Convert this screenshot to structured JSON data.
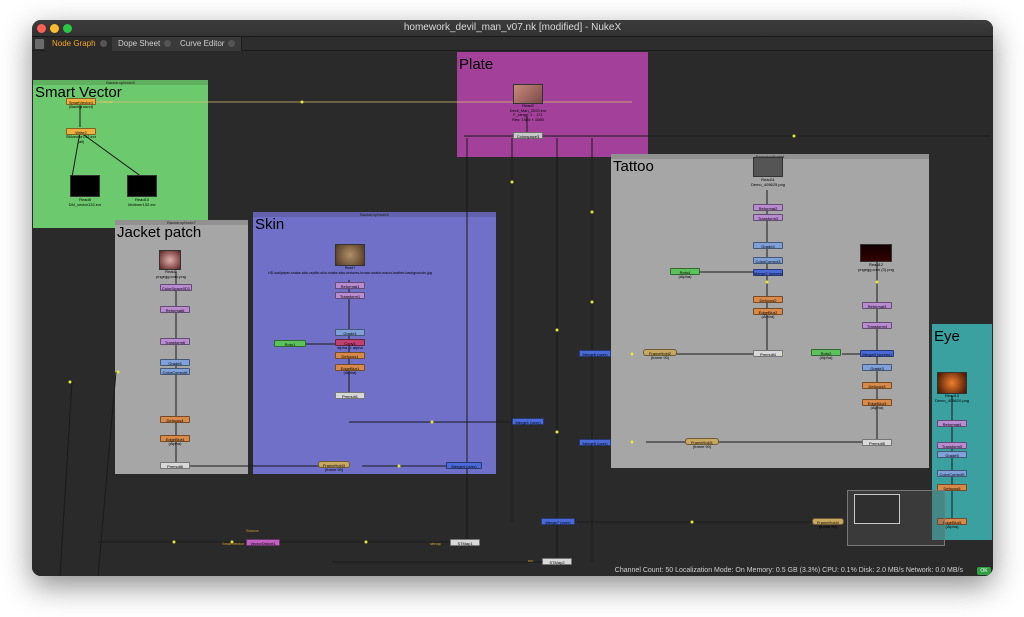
{
  "window": {
    "title": "homework_devil_man_v07.nk [modified] - NukeX"
  },
  "tabs": [
    {
      "label": "Node Graph"
    },
    {
      "label": "Dope Sheet"
    },
    {
      "label": "Curve Editor"
    }
  ],
  "backdrops": {
    "smart_vector": {
      "head": "BackdropNode5",
      "label": "Smart Vector"
    },
    "plate": {
      "head": "",
      "label": "Plate"
    },
    "tattoo": {
      "head": "BackdropNode4",
      "label": "Tattoo"
    },
    "jacket": {
      "head": "BackdropNode7",
      "label": "Jacket patch"
    },
    "skin": {
      "head": "BackdropNode6",
      "label": "Skin"
    },
    "eye": {
      "head": "",
      "label": "Eye"
    }
  },
  "nodes": {
    "smart_vector1": {
      "label": "SmartVector1",
      "sub": "(Background)"
    },
    "source_tag": "Source",
    "write2": {
      "label": "Write2",
      "sub": "SMvector132.exr\n(all)"
    },
    "read8": {
      "label": "Read8",
      "sub": "DM_vector132.exr"
    },
    "read10": {
      "label": "Read10",
      "sub": "Motinmr132.exr"
    },
    "read_plate": {
      "label": "Read2",
      "sub": "Devil_Man_2020.exr\nF_range: 1 - 171\nRes: 1920 × 1080"
    },
    "colorspace": {
      "label": "Colorspace3"
    },
    "read11": {
      "label": "Read11",
      "sub": "Demo_405625.png"
    },
    "reformat2": {
      "label": "Reformat2"
    },
    "transform3": {
      "label": "Transform3"
    },
    "grade4": {
      "label": "Grade4"
    },
    "colorcorrect3": {
      "label": "ColorCorrect3"
    },
    "merge_tat": {
      "label": "Merge2 (screen)"
    },
    "defocus2": {
      "label": "Defocus2"
    },
    "edgeblur2": {
      "label": "EdgeBlur2",
      "sub": "(Alpha)"
    },
    "premult4": {
      "label": "Premult4"
    },
    "roto4": {
      "label": "Roto4",
      "sub": "(Alpha)"
    },
    "framehold2": {
      "label": "FrameHold2",
      "sub": "(frame 90)"
    },
    "merge_left": {
      "label": "Merge6 (over)"
    },
    "read12": {
      "label": "Read12",
      "sub": "pngegg.com (3).png"
    },
    "reformat3": {
      "label": "Reformat3"
    },
    "transform4": {
      "label": "Transform4"
    },
    "roto2": {
      "label": "Roto2",
      "sub": "(Alpha)"
    },
    "merge_tat2": {
      "label": "Merge3 (screen)"
    },
    "grade3": {
      "label": "Grade3"
    },
    "defocus3": {
      "label": "Defocus3"
    },
    "edgeblur3": {
      "label": "EdgeBlur3",
      "sub": "(Alpha)"
    },
    "premult5": {
      "label": "Premult5"
    },
    "framehold1": {
      "label": "FrameHold1",
      "sub": "(frame 90)"
    },
    "merge_left2": {
      "label": "Merge5 (over)"
    },
    "read5": {
      "label": "Read5",
      "sub": "pngegg.com.png"
    },
    "colorspace2": {
      "label": "ColorSpace0D1"
    },
    "reformat6": {
      "label": "Reformat6"
    },
    "transform6": {
      "label": "Transform6"
    },
    "grade6": {
      "label": "Grade6"
    },
    "colorcorrect6": {
      "label": "ColorCorrect6"
    },
    "defocus4": {
      "label": "Defocus4"
    },
    "edgeblur4": {
      "label": "EdgeBlur4",
      "sub": "(Alpha)"
    },
    "premult6": {
      "label": "Premult6"
    },
    "read7": {
      "label": "Read7",
      "sub": "HD-wallpaper-snake-skin-reptile-skin-snake-skin-textures-brown-snake-macro-leather-backgrounds.jpg"
    },
    "reformat1": {
      "label": "Reformat1"
    },
    "transform1": {
      "label": "Transform1"
    },
    "roto1": {
      "label": "Roto1"
    },
    "grade1": {
      "label": "Grade1"
    },
    "copy1": {
      "label": "Copy1",
      "sub": "alpha -> alpha"
    },
    "defocus1": {
      "label": "Defocus1"
    },
    "edgeblur1": {
      "label": "EdgeBlur1",
      "sub": "(Alpha)"
    },
    "premult1": {
      "label": "Premult1"
    },
    "merge_skin": {
      "label": "Merge1 (over)"
    },
    "framehold3": {
      "label": "FrameHold3",
      "sub": "(frame 90)"
    },
    "merge_jacket": {
      "label": "Merge4 (over)"
    },
    "read13": {
      "label": "Read13",
      "sub": "Demo_405620.png"
    },
    "reformat4": {
      "label": "Reformat4"
    },
    "transform5": {
      "label": "Transform5"
    },
    "grade5": {
      "label": "Grade5"
    },
    "colorcorrect5": {
      "label": "ColorCorrect5"
    },
    "defocus5": {
      "label": "Defocus5"
    },
    "edgeblur5": {
      "label": "EdgeBlur5",
      "sub": "(Alpha)"
    },
    "merge_eye": {
      "label": "Merge7 (over)"
    },
    "framehold4": {
      "label": "FrameHold4",
      "sub": "(frame 90)"
    },
    "smartvector_tag": "SmartVector",
    "vectordistort": {
      "label": "VectorDistort1"
    },
    "source2": "Source",
    "stmap1": {
      "label": "STMap1"
    },
    "stmap_tag": "stmap",
    "stmap2": {
      "label": "STMap2"
    },
    "src_tag": "src"
  },
  "status": {
    "text": "Channel Count: 50  Localization Mode: On  Memory: 0.5 GB (3.3%)  CPU: 0.1%  Disk: 2.0 MB/s  Network: 0.0 MB/s",
    "badge": "OK"
  },
  "colors": {
    "graph_bg": "#2a2a2a",
    "smart_vector_backdrop": "#6dc96d",
    "plate_backdrop": "#a3409a",
    "tattoo_backdrop": "#a6a6a6",
    "jacket_backdrop": "#a6a6a6",
    "skin_backdrop": "#7070c8",
    "eye_backdrop": "#3aa0a0",
    "read_node": "#b0b0b0",
    "transform_node": "#b98bd0",
    "color_node": "#7fa0d8",
    "merge_node": "#4a6ad8",
    "filter_node": "#d88a4a",
    "roto_node": "#5cc05c",
    "time_node": "#c8a860",
    "write_node": "#f0b040",
    "accent_tab": "#f5a623"
  }
}
